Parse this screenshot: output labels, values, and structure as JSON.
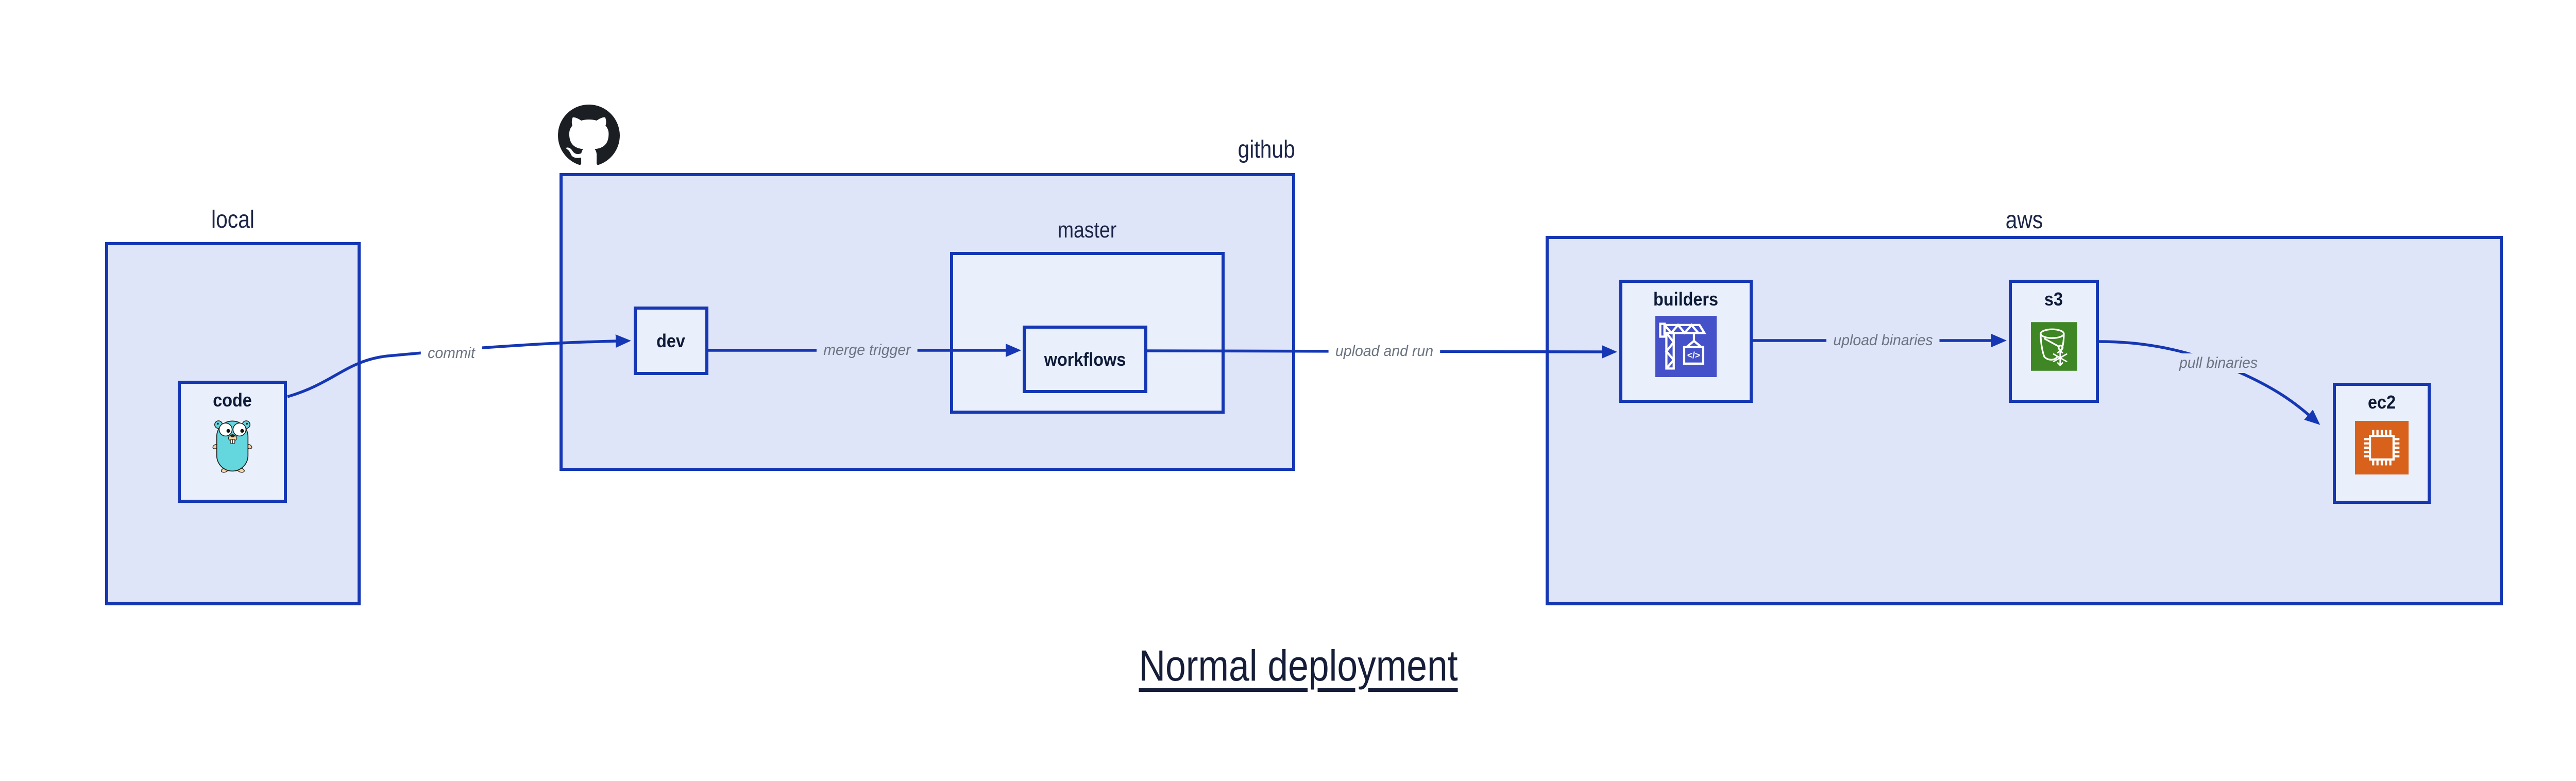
{
  "title": "Normal deployment",
  "containers": {
    "local": {
      "label": "local"
    },
    "github": {
      "label": "github",
      "icon": "github-octocat-icon"
    },
    "master": {
      "label": "master"
    },
    "aws": {
      "label": "aws"
    }
  },
  "nodes": {
    "code": {
      "label": "code",
      "icon": "go-gopher-icon",
      "container": "local"
    },
    "dev": {
      "label": "dev",
      "container": "github"
    },
    "workflows": {
      "label": "workflows",
      "container": "master"
    },
    "builders": {
      "label": "builders",
      "icon": "aws-codebuild-icon",
      "container": "aws"
    },
    "s3": {
      "label": "s3",
      "icon": "aws-s3-glacier-icon",
      "container": "aws"
    },
    "ec2": {
      "label": "ec2",
      "icon": "aws-ec2-icon",
      "container": "aws"
    }
  },
  "edges": {
    "commit": {
      "label": "commit",
      "from": "code",
      "to": "dev"
    },
    "merge_trigger": {
      "label": "merge trigger",
      "from": "dev",
      "to": "workflows"
    },
    "upload_and_run": {
      "label": "upload and run",
      "from": "workflows",
      "to": "builders"
    },
    "upload_binaries": {
      "label": "upload binaries",
      "from": "builders",
      "to": "s3"
    },
    "pull_binaries": {
      "label": "pull binaries",
      "from": "s3",
      "to": "ec2"
    }
  },
  "icons": {
    "codebuild_glyph": "</>"
  },
  "colors": {
    "stroke_blue": "#1537b4",
    "container_fill": "#dfe5f8",
    "node_fill": "#eaeffc",
    "heading_navy": "#1b2547",
    "edge_label_gray": "#6b7480",
    "codebuild_indigo": "#4451c8",
    "s3_green": "#3f8624",
    "ec2_orange": "#d8621c",
    "gopher_teal": "#63d6de",
    "octocat_black": "#1b1f23"
  }
}
